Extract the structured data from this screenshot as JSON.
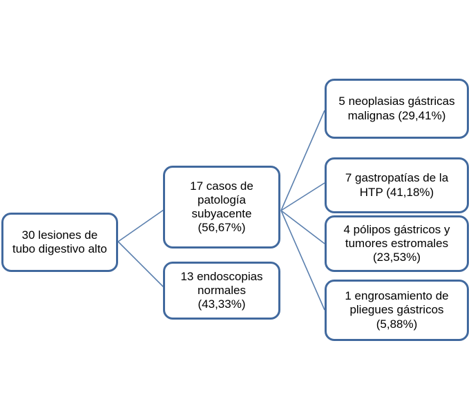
{
  "diagram": {
    "type": "flowchart-tree",
    "title": "",
    "style": {
      "border_color": "#41699e",
      "connector_color": "#5a7fae",
      "box_fill": "#ffffff",
      "text_color": "#000000",
      "background": "#ffffff"
    },
    "nodes": [
      {
        "id": "root",
        "label": "30 lesiones de\ntubo digestivo alto",
        "count": 30,
        "percent": null
      },
      {
        "id": "patologia",
        "label": "17 casos de\npatología\nsubyacente\n(56,67%)",
        "count": 17,
        "percent": "56,67%"
      },
      {
        "id": "normales",
        "label": "13 endoscopias\nnormales\n(43,33%)",
        "count": 13,
        "percent": "43,33%"
      },
      {
        "id": "neoplasias",
        "label": "5 neoplasias gástricas\nmalignas (29,41%)",
        "count": 5,
        "percent": "29,41%"
      },
      {
        "id": "gastropatias",
        "label": "7 gastropatías de la\nHTP (41,18%)",
        "count": 7,
        "percent": "41,18%"
      },
      {
        "id": "polipos",
        "label": "4 pólipos gástricos y\ntumores estromales\n(23,53%)",
        "count": 4,
        "percent": "23,53%"
      },
      {
        "id": "engrosamiento",
        "label": "1 engrosamiento de\npliegues gástricos\n(5,88%)",
        "count": 1,
        "percent": "5,88%"
      }
    ],
    "edges": [
      {
        "from": "root",
        "to": "patologia"
      },
      {
        "from": "root",
        "to": "normales"
      },
      {
        "from": "patologia",
        "to": "neoplasias"
      },
      {
        "from": "patologia",
        "to": "gastropatias"
      },
      {
        "from": "patologia",
        "to": "polipos"
      },
      {
        "from": "patologia",
        "to": "engrosamiento"
      }
    ]
  }
}
